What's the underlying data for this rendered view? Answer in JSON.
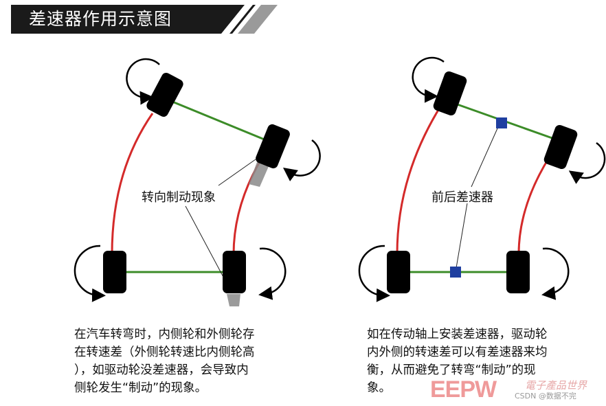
{
  "title": "差速器作用示意图",
  "left_diagram": {
    "label": "转向制动现象",
    "caption_lines": [
      "在汽车转弯时，内侧轮和外侧轮存",
      "在转速差（外侧轮转速比内侧轮高",
      "），如驱动轮没差速器，会导致内",
      "侧轮发生“制动”的现象。"
    ]
  },
  "right_diagram": {
    "label": "前后差速器",
    "caption_lines": [
      "如在传动轴上安装差速器，驱动轮",
      "内外侧的转速差可以有差速器来均",
      "衡，从而避免了转弯“制动”的现",
      "象。"
    ]
  },
  "colors": {
    "title_bg": "#1a1a1a",
    "axle": "#3c8c28",
    "path": "#d42a2a",
    "differential": "#1f3fa0",
    "tire": "#000000"
  },
  "watermark": {
    "logo": "EEPW",
    "tagline": "電子產品世界",
    "csdn": "CSDN @数据不完"
  }
}
